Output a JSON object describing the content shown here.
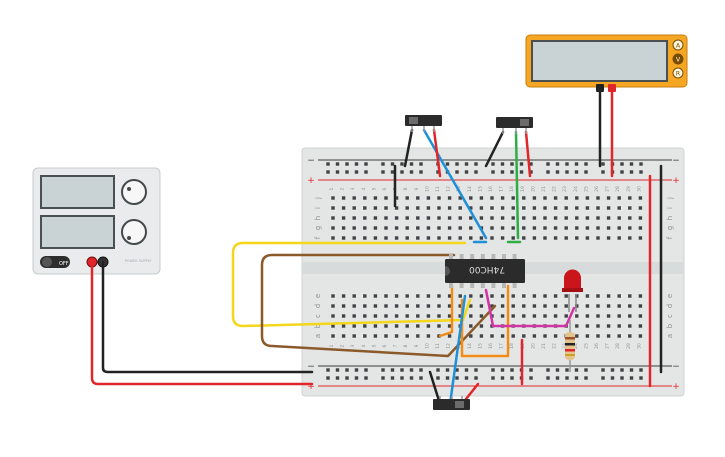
{
  "workspace": {
    "background": "#ffffff"
  },
  "power_supply": {
    "off_label": "OFF",
    "brand_text": "POWER SUPPLY"
  },
  "chip": {
    "label": "74HC00"
  },
  "multimeter": {
    "modes": [
      "A",
      "V",
      "R"
    ]
  },
  "breadboard": {
    "columns": 30,
    "rows_top": [
      "j",
      "i",
      "h",
      "g",
      "f"
    ],
    "rows_bottom": [
      "e",
      "d",
      "c",
      "b",
      "a"
    ],
    "rail_plus": "+",
    "rail_minus": "−"
  },
  "colors": {
    "wire_red": "#e0262a",
    "wire_black": "#222222",
    "wire_blue": "#1e90d8",
    "wire_green": "#2fae45",
    "wire_yellow": "#f4d61a",
    "wire_brown": "#8b5a2b",
    "wire_orange": "#f28c17",
    "wire_magenta": "#d234a8",
    "multimeter_body": "#f5a623",
    "led": "#c9151b",
    "chip": "#2b2b2b"
  }
}
